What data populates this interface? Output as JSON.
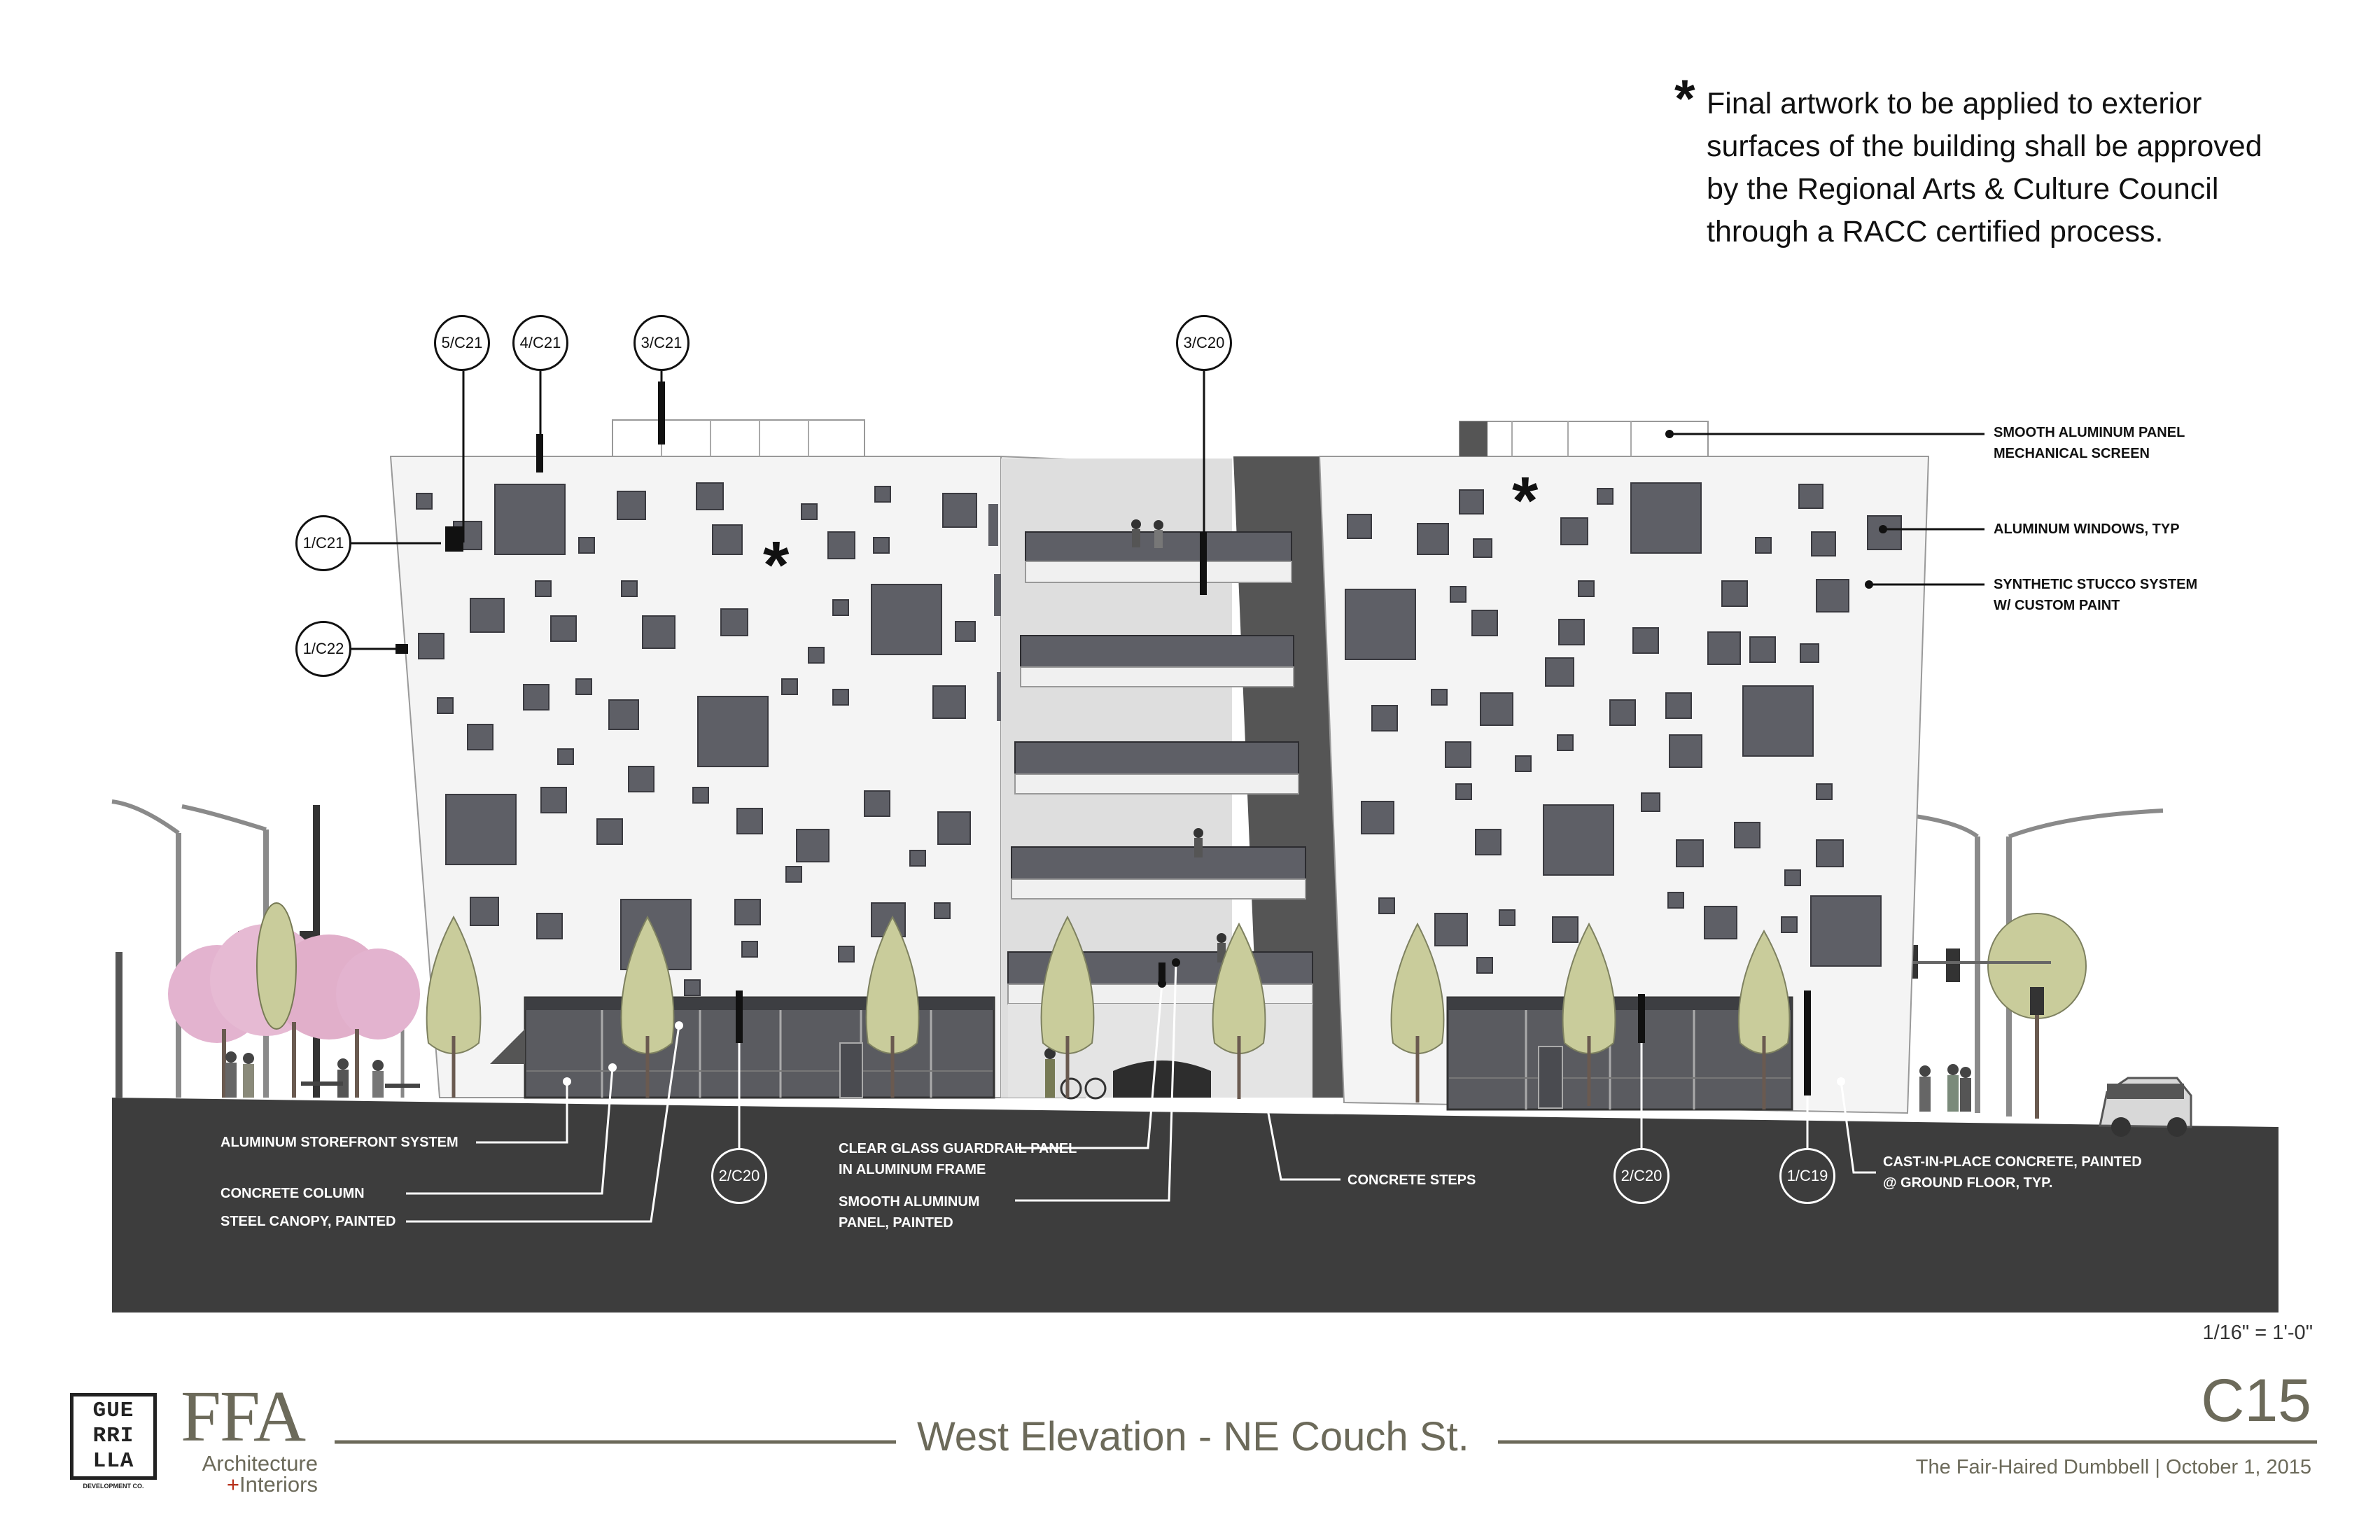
{
  "note": {
    "star": "*",
    "lines": [
      "Final artwork to be applied to exterior",
      "surfaces of the building shall be approved",
      "by the Regional Arts & Culture Council",
      "through a RACC certified process."
    ]
  },
  "facade_asterisks": [
    "*",
    "*"
  ],
  "detail_tags": {
    "t5c21": "5/C21",
    "t4c21": "4/C21",
    "t3c21": "3/C21",
    "t3c20": "3/C20",
    "t1c21": "1/C21",
    "t1c22": "1/C22",
    "t2c20a": "2/C20",
    "t2c20b": "2/C20",
    "t1c19": "1/C19"
  },
  "labels_right": {
    "mech_screen_1": "SMOOTH ALUMINUM PANEL",
    "mech_screen_2": "MECHANICAL SCREEN",
    "windows": "ALUMINUM WINDOWS, TYP",
    "stucco_1": "SYNTHETIC STUCCO SYSTEM",
    "stucco_2": "W/ CUSTOM PAINT"
  },
  "labels_base": {
    "storefront": "ALUMINUM STOREFRONT SYSTEM",
    "column": "CONCRETE COLUMN",
    "canopy": "STEEL CANOPY, PAINTED",
    "guardrail_1": "CLEAR GLASS GUARDRAIL PANEL",
    "guardrail_2": "IN ALUMINUM FRAME",
    "alum_panel_1": "SMOOTH ALUMINUM",
    "alum_panel_2": "PANEL, PAINTED",
    "steps": "CONCRETE STEPS",
    "cast_1": "CAST-IN-PLACE CONCRETE, PAINTED",
    "cast_2": "@ GROUND FLOOR, TYP."
  },
  "scale": "1/16\" = 1'-0\"",
  "sheet_number": "C15",
  "sheet_title": "West Elevation - NE Couch St.",
  "project_line": "The Fair-Haired Dumbbell | October 1, 2015",
  "logos": {
    "guerrilla_rows": [
      "GUE",
      "RRI",
      "LLA"
    ],
    "guerrilla_sub": "DEVELOPMENT CO.",
    "ffa_big": "FFA",
    "ffa_line1": "Architecture",
    "ffa_plus": "+",
    "ffa_line2": "Interiors"
  },
  "colors": {
    "facade": "#f4f4f4",
    "window": "#5e5f66",
    "ground": "#3d3d3d",
    "core": "#555555",
    "tree": "#c9cc9b",
    "blossom": "#e3b3cf",
    "title": "#6c6a5a",
    "accent": "#b8321c"
  }
}
